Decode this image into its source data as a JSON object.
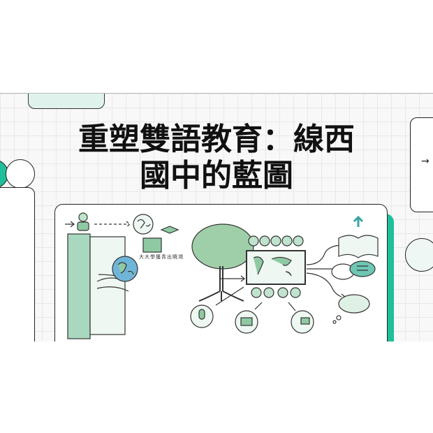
{
  "slide": {
    "title_line1": "重塑雙語教育：線西",
    "title_line2": "國中的藍圖",
    "next_arrow": "→",
    "illustration_caption": "大大學獲青出曉鴻",
    "colors": {
      "accent": "#1fbf9a",
      "mint": "#dff3ec",
      "illustration_green": "#8fc9a3"
    }
  }
}
